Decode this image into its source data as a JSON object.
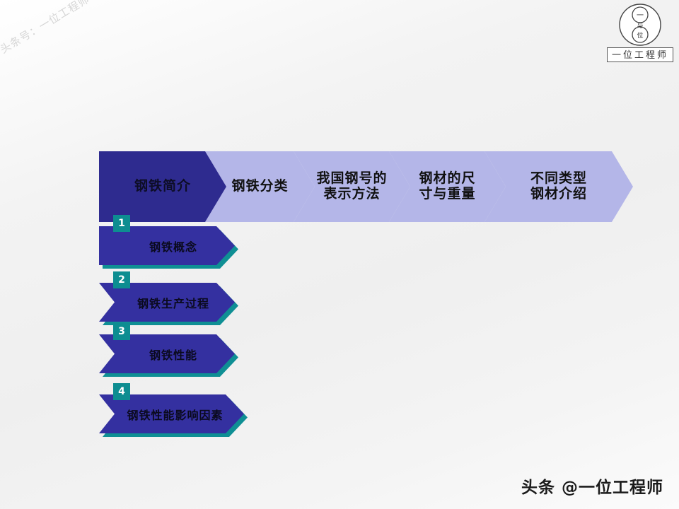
{
  "slide": {
    "background_color": "#f1f1f1",
    "watermark_text": "头条号：一位工程师",
    "bottom_handle": "头条 @一位工程师"
  },
  "logo": {
    "icon_name": "engineer-circle-logo",
    "inner_top_text": "一",
    "inner_mid_text": "与",
    "inner_bottom_text": "位",
    "name": "一位工程师"
  },
  "colors": {
    "dark_blue": "#2e2b8f",
    "light_blue": "#b4b6e8",
    "item_blue": "#3430a0",
    "teal": "#0d8d91",
    "text_dark": "#0a0a1e"
  },
  "ribbon": {
    "steps": [
      {
        "label": "钢铁简介",
        "state": "active",
        "line1": "钢铁简介",
        "line2": ""
      },
      {
        "label": "钢铁分类",
        "state": "inactive",
        "line1": "钢铁分类",
        "line2": ""
      },
      {
        "label": "我国钢号的表示方法",
        "state": "inactive",
        "line1": "我国钢号的",
        "line2": "表示方法"
      },
      {
        "label": "钢材的尺寸与重量",
        "state": "inactive",
        "line1": "钢材的尺",
        "line2": "寸与重量"
      },
      {
        "label": "不同类型钢材介绍",
        "state": "inactive",
        "line1": "不同类型",
        "line2": "钢材介绍"
      }
    ]
  },
  "outline": {
    "items": [
      {
        "number": "1",
        "label": "钢铁概念"
      },
      {
        "number": "2",
        "label": "钢铁生产过程"
      },
      {
        "number": "3",
        "label": "钢铁性能"
      },
      {
        "number": "4",
        "label": "钢铁性能影响因素"
      }
    ]
  }
}
